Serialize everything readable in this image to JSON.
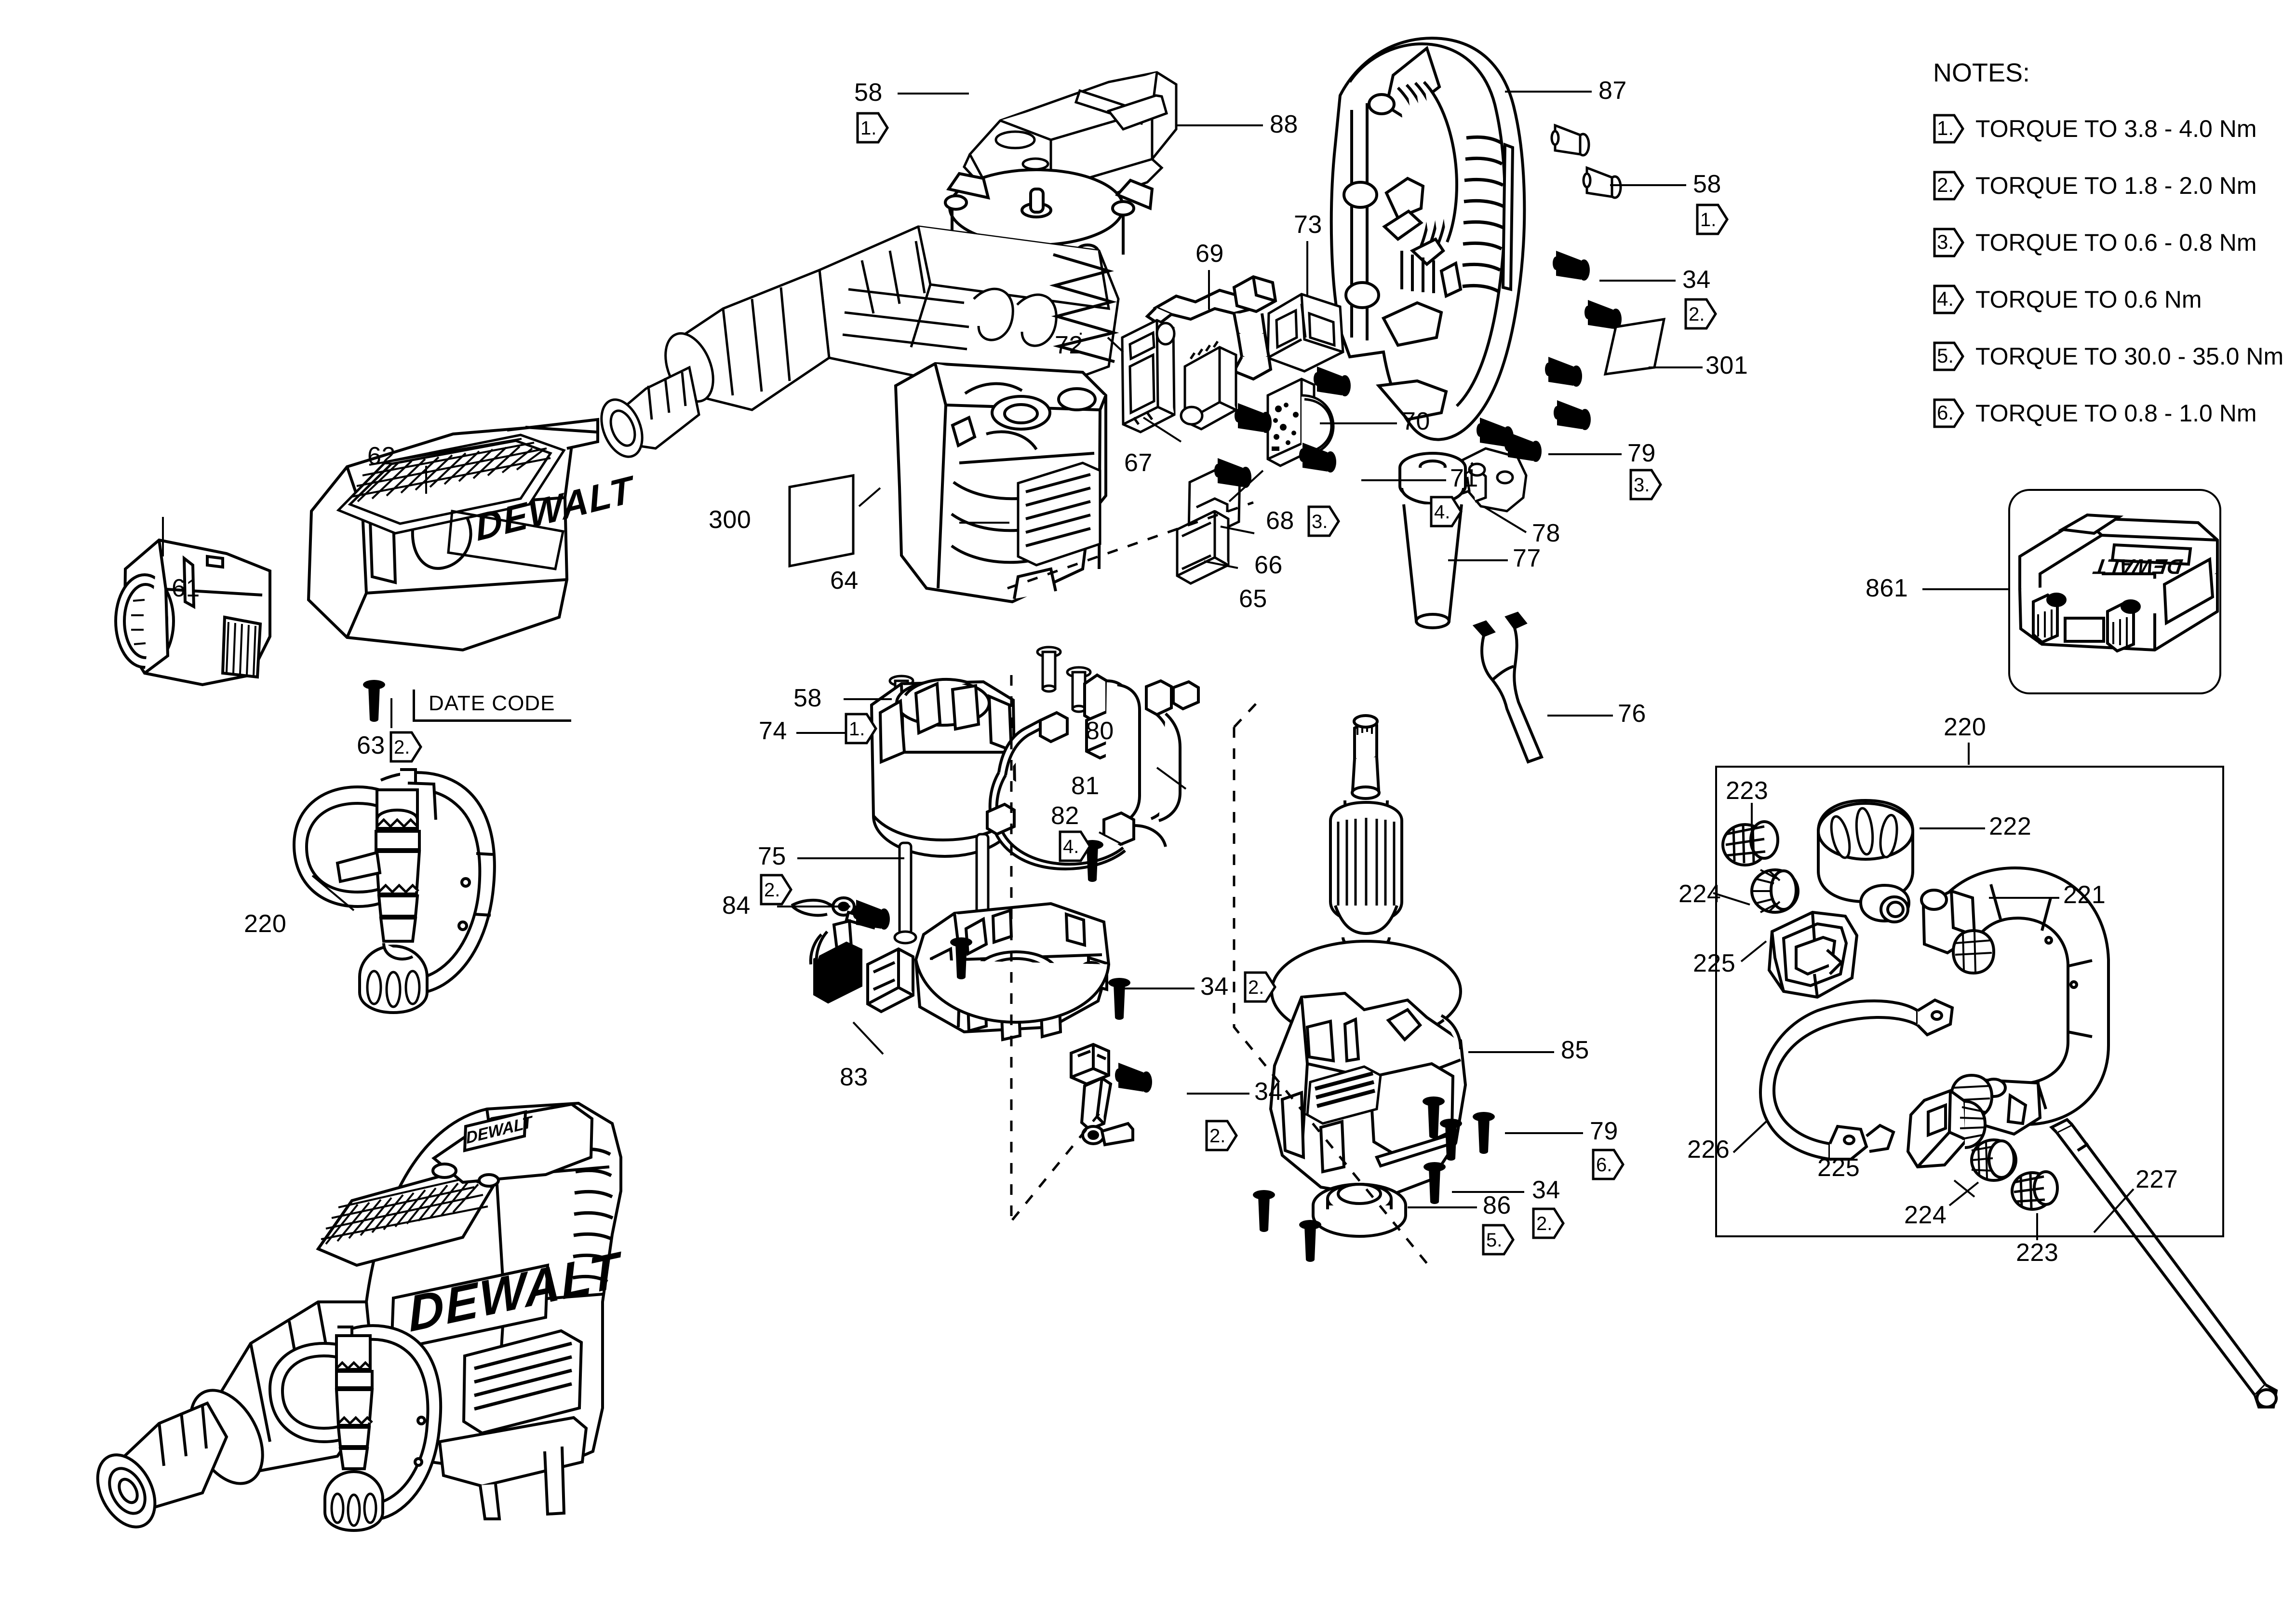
{
  "document": {
    "type": "exploded-parts-diagram",
    "brand": "DEWALT",
    "date_code_label": "DATE CODE"
  },
  "notes": {
    "title": "NOTES:",
    "items": [
      {
        "flag": "1.",
        "text": "TORQUE TO 3.8 - 4.0 Nm"
      },
      {
        "flag": "2.",
        "text": "TORQUE TO 1.8 - 2.0 Nm"
      },
      {
        "flag": "3.",
        "text": "TORQUE TO 0.6 - 0.8 Nm"
      },
      {
        "flag": "4.",
        "text": "TORQUE TO 0.6 Nm"
      },
      {
        "flag": "5.",
        "text": "TORQUE TO 30.0 - 35.0 Nm"
      },
      {
        "flag": "6.",
        "text": "TORQUE TO 0.8 - 1.0 Nm"
      }
    ]
  },
  "callouts": {
    "c58_top": {
      "number": "58",
      "flag": "1."
    },
    "c88": {
      "number": "88",
      "flag": ""
    },
    "c87": {
      "number": "87",
      "flag": ""
    },
    "c58_right": {
      "number": "58",
      "flag": "1."
    },
    "c34_right": {
      "number": "34",
      "flag": "2."
    },
    "c301": {
      "number": "301",
      "flag": ""
    },
    "c73": {
      "number": "73",
      "flag": ""
    },
    "c69": {
      "number": "69",
      "flag": ""
    },
    "c72": {
      "number": "72",
      "flag": ""
    },
    "c70": {
      "number": "70",
      "flag": ""
    },
    "c71": {
      "number": "71",
      "flag": "4."
    },
    "c67": {
      "number": "67",
      "flag": ""
    },
    "c68": {
      "number": "68",
      "flag": "3."
    },
    "c66": {
      "number": "66",
      "flag": ""
    },
    "c65": {
      "number": "65",
      "flag": ""
    },
    "c62": {
      "number": "62",
      "flag": ""
    },
    "c61": {
      "number": "61",
      "flag": ""
    },
    "c63": {
      "number": "63",
      "flag": "2."
    },
    "c300": {
      "number": "300",
      "flag": ""
    },
    "c64": {
      "number": "64",
      "flag": ""
    },
    "c58_mid": {
      "number": "58",
      "flag": "1."
    },
    "c79_top": {
      "number": "79",
      "flag": "3."
    },
    "c78": {
      "number": "78",
      "flag": ""
    },
    "c77": {
      "number": "77",
      "flag": ""
    },
    "c76": {
      "number": "76",
      "flag": ""
    },
    "c74": {
      "number": "74",
      "flag": ""
    },
    "c75": {
      "number": "75",
      "flag": "2."
    },
    "c80": {
      "number": "80",
      "flag": ""
    },
    "c81": {
      "number": "81",
      "flag": ""
    },
    "c82": {
      "number": "82",
      "flag": "4."
    },
    "c84": {
      "number": "84",
      "flag": ""
    },
    "c83": {
      "number": "83",
      "flag": ""
    },
    "c34_mid": {
      "number": "34",
      "flag": "2."
    },
    "c34_low": {
      "number": "34",
      "flag": "2."
    },
    "c220_left": {
      "number": "220",
      "flag": ""
    },
    "c85": {
      "number": "85",
      "flag": ""
    },
    "c79_low": {
      "number": "79",
      "flag": "6."
    },
    "c34_bot": {
      "number": "34",
      "flag": "2."
    },
    "c86": {
      "number": "86",
      "flag": "5."
    },
    "c861": {
      "number": "861",
      "flag": ""
    },
    "c220_box": {
      "number": "220",
      "flag": ""
    },
    "c223_a": {
      "number": "223",
      "flag": ""
    },
    "c222": {
      "number": "222",
      "flag": ""
    },
    "c224_a": {
      "number": "224",
      "flag": ""
    },
    "c225_a": {
      "number": "225",
      "flag": ""
    },
    "c226": {
      "number": "226",
      "flag": ""
    },
    "c221": {
      "number": "221",
      "flag": ""
    },
    "c225_b": {
      "number": "225",
      "flag": ""
    },
    "c224_b": {
      "number": "224",
      "flag": ""
    },
    "c223_b": {
      "number": "223",
      "flag": ""
    },
    "c227": {
      "number": "227",
      "flag": ""
    }
  }
}
